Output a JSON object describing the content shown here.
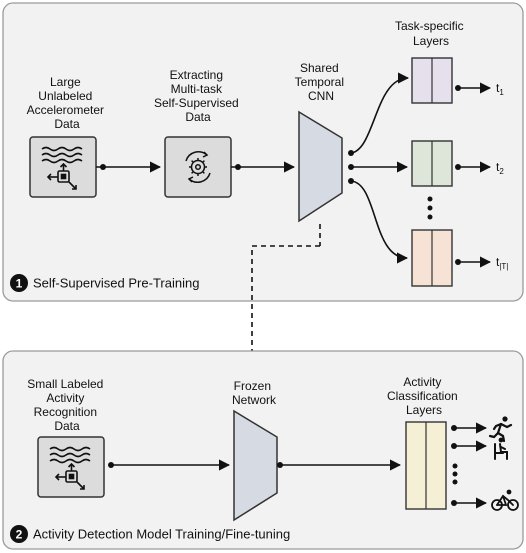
{
  "top_panel": {
    "title": "Self-Supervised Pre-Training",
    "step": "1",
    "input_label": [
      "Large",
      "Unlabeled",
      "Accelerometer",
      "Data"
    ],
    "extract_label": [
      "Extracting",
      "Multi-task",
      "Self-Supervised",
      "Data"
    ],
    "cnn_label": [
      "Shared",
      "Temporal",
      "CNN"
    ],
    "task_label": [
      "Task-specific",
      "Layers"
    ],
    "outputs": [
      {
        "base": "t",
        "sub": "1"
      },
      {
        "base": "t",
        "sub": "2"
      },
      {
        "base": "t",
        "sub": "|T|"
      }
    ],
    "task_colors": [
      "#e6e0ec",
      "#dde6d8",
      "#f6e3d6"
    ]
  },
  "bottom_panel": {
    "title": "Activity Detection Model Training/Fine-tuning",
    "step": "2",
    "input_label": [
      "Small Labeled",
      "Activity",
      "Recognition",
      "Data"
    ],
    "network_label": [
      "Frozen",
      "Network"
    ],
    "classifier_label": [
      "Activity",
      "Classification",
      "Layers"
    ],
    "classifier_color": "#f5f0d5",
    "activities": [
      "running-icon",
      "sitting-icon",
      "cycling-icon"
    ]
  }
}
